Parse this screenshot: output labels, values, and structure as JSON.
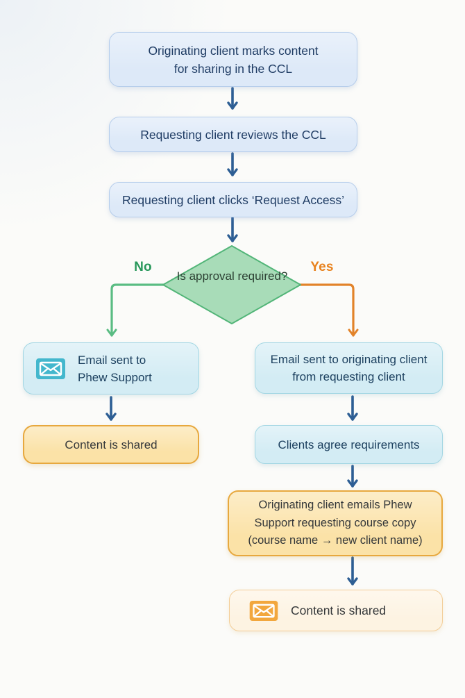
{
  "colors": {
    "canvas-bg": "#fbfbf9",
    "box-blue-fill": "#dde9f8",
    "box-blue-border": "#b5cdeb",
    "box-blue-text": "#1f3c64",
    "cyan-fill": "#d3ecf4",
    "cyan-border": "#a2d6e3",
    "cyan-text": "#1b3f5e",
    "yellow-fill": "#fbe2a7",
    "yellow-border": "#e7a83e",
    "yellow-text": "#35383a",
    "cream-fill": "#fdf3e2",
    "cream-border": "#f3cd97",
    "diamond-fill": "#a8dcb8",
    "diamond-border": "#52b578",
    "diamond-text": "#2c4033",
    "arrow-navy": "#2d5e94",
    "branch-green": "#5abc83",
    "branch-green-text": "#27975a",
    "branch-orange": "#e2832a",
    "branch-orange-text": "#e8821e",
    "teal-icon-bg": "#43b7cd",
    "orange-icon-bg": "#f2a73e"
  },
  "nodes": {
    "mark_content": {
      "lines": [
        "Originating client marks content",
        "for sharing in the CCL"
      ]
    },
    "review_ccl": {
      "label": "Requesting client reviews the CCL"
    },
    "request_access": {
      "label": "Requesting client clicks ‘Request Access’"
    },
    "decision": {
      "lines": [
        "Is approval",
        "required?"
      ]
    },
    "branch_no": {
      "label": "No"
    },
    "branch_yes": {
      "label": "Yes"
    },
    "email_phew": {
      "icon": "envelope-icon",
      "lines": [
        "Email sent to",
        "Phew Support"
      ]
    },
    "content_shared_left": {
      "label": "Content is shared"
    },
    "email_originating": {
      "lines": [
        "Email sent to originating client",
        "from requesting client"
      ]
    },
    "clients_agree": {
      "label": "Clients agree requirements"
    },
    "course_copy": {
      "lines": [
        "Originating client emails Phew",
        "Support requesting course copy",
        "(course name → new client name)"
      ]
    },
    "content_shared_right": {
      "icon": "envelope-icon",
      "label": "Content is shared"
    }
  },
  "edges": [
    {
      "from": "mark_content",
      "to": "review_ccl"
    },
    {
      "from": "review_ccl",
      "to": "request_access"
    },
    {
      "from": "request_access",
      "to": "decision"
    },
    {
      "from": "decision",
      "to": "email_phew",
      "label": "No"
    },
    {
      "from": "decision",
      "to": "email_originating",
      "label": "Yes"
    },
    {
      "from": "email_phew",
      "to": "content_shared_left"
    },
    {
      "from": "email_originating",
      "to": "clients_agree"
    },
    {
      "from": "clients_agree",
      "to": "course_copy"
    },
    {
      "from": "course_copy",
      "to": "content_shared_right"
    }
  ]
}
